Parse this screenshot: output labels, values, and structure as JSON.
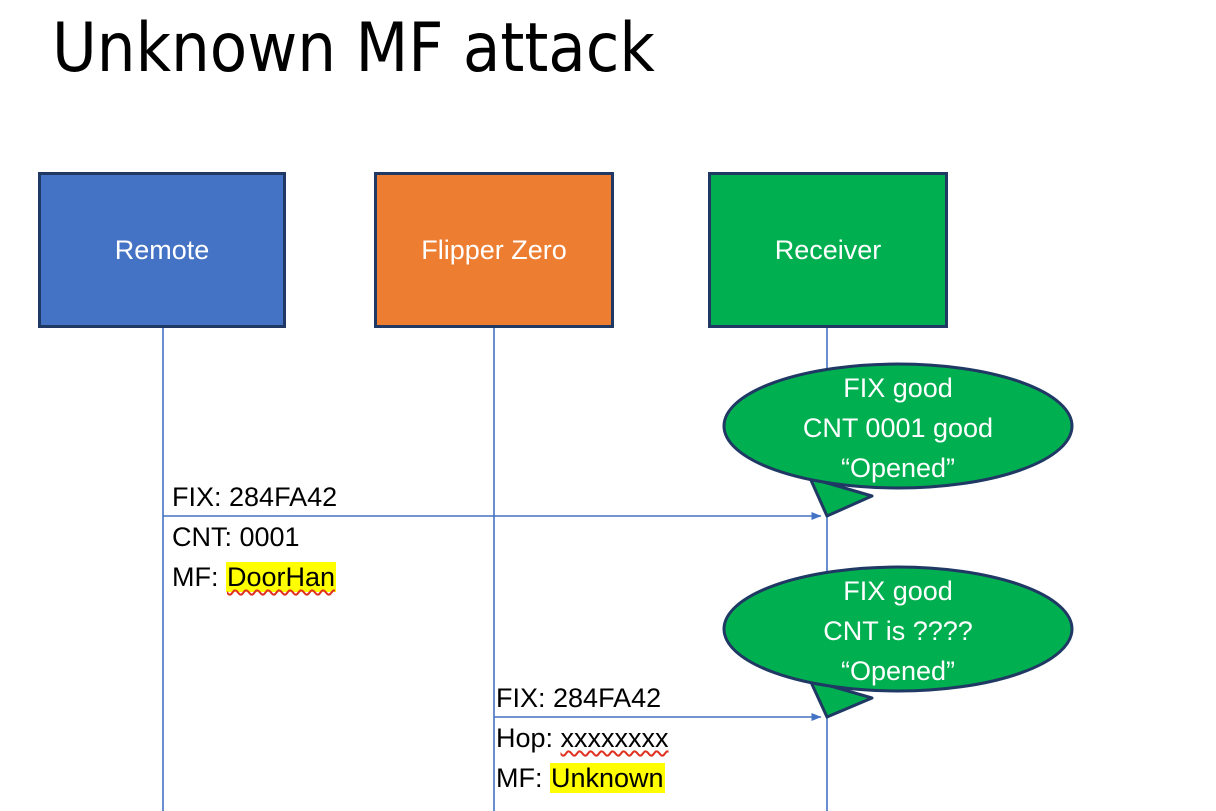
{
  "slide": {
    "title": "Unknown MF attack",
    "background": "#ffffff"
  },
  "colors": {
    "remote_fill": "#4472C4",
    "flipper_fill": "#ED7D31",
    "receiver_fill": "#00B050",
    "box_border": "#1F3864",
    "callout_fill": "#00B050",
    "callout_border": "#1F3864",
    "lifeline": "#4472C4",
    "arrow": "#4472C4",
    "highlight": "#FFFF00",
    "spellcheck_underline": "#E03020",
    "text_on_fill": "#FFFFFF",
    "text_body": "#000000"
  },
  "actors": [
    {
      "id": "remote",
      "label": "Remote"
    },
    {
      "id": "flipper",
      "label": "Flipper Zero"
    },
    {
      "id": "receiver",
      "label": "Receiver"
    }
  ],
  "messages": [
    {
      "id": "message-1",
      "from": "remote",
      "to": "receiver",
      "lines": [
        {
          "prefix": "FIX: ",
          "value": "284FA42",
          "highlight": false,
          "spellcheck": false
        },
        {
          "prefix": "CNT: ",
          "value": "0001",
          "highlight": false,
          "spellcheck": false
        },
        {
          "prefix": "MF: ",
          "value": "DoorHan",
          "highlight": true,
          "spellcheck": true
        }
      ]
    },
    {
      "id": "message-2",
      "from": "flipper",
      "to": "receiver",
      "lines": [
        {
          "prefix": "FIX: ",
          "value": "284FA42",
          "highlight": false,
          "spellcheck": false
        },
        {
          "prefix": "Hop: ",
          "value": "xxxxxxxx",
          "highlight": false,
          "spellcheck": true
        },
        {
          "prefix": "MF: ",
          "value": "Unknown",
          "highlight": true,
          "spellcheck": false
        }
      ]
    }
  ],
  "callouts": [
    {
      "id": "callout-1",
      "attached_to": "message-1",
      "lines": [
        "FIX good",
        "CNT 0001 good",
        "“Opened”"
      ]
    },
    {
      "id": "callout-2",
      "attached_to": "message-2",
      "lines": [
        "FIX good",
        "CNT is ????",
        "“Opened”"
      ]
    }
  ]
}
